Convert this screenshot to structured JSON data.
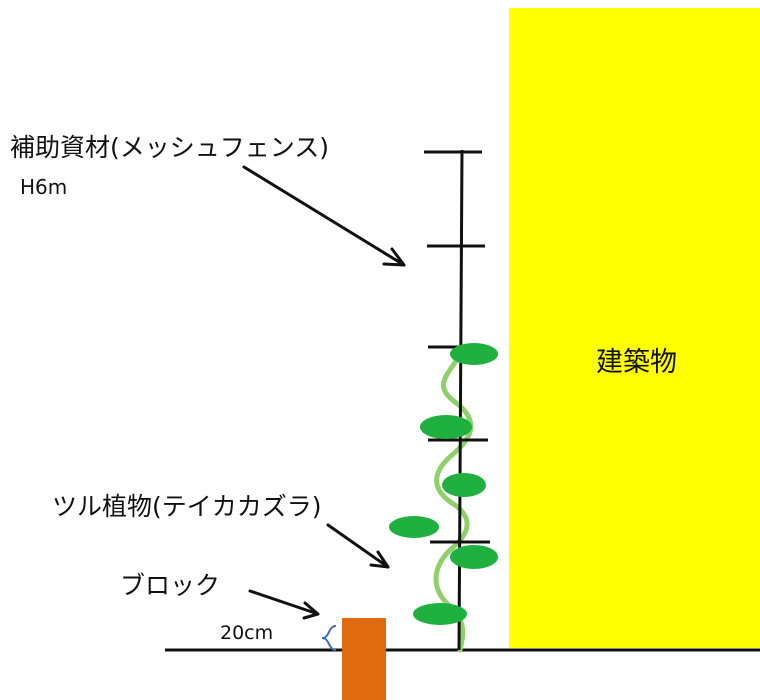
{
  "labels": {
    "fence": "補助資材(メッシュフェンス)",
    "fence_height": "H6m",
    "building": "建築物",
    "vine": "ツル植物(テイカカズラ)",
    "block": "ブロック",
    "gap": "20cm"
  },
  "colors": {
    "building": "#ffff00",
    "block": "#e06a10",
    "leaf": "#1fb040",
    "vine_stem": "#8fd06a",
    "line": "#111111",
    "bracket": "#3b6fb0"
  }
}
